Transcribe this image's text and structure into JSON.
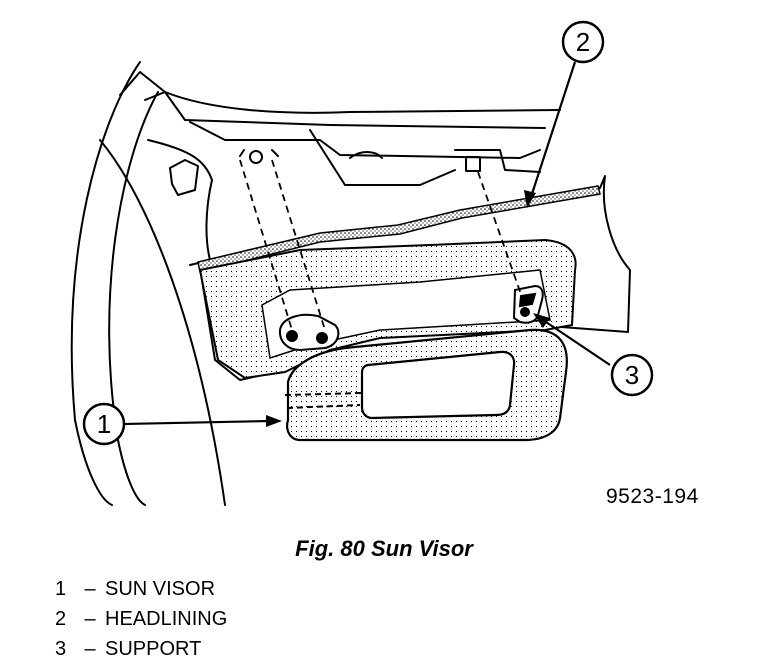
{
  "figure_id": "9523-194",
  "caption": "Fig. 80 Sun Visor",
  "callouts": [
    {
      "number": "1",
      "label": "SUN VISOR"
    },
    {
      "number": "2",
      "label": "HEADLINING"
    },
    {
      "number": "3",
      "label": "SUPPORT"
    }
  ],
  "legend_separator": "–"
}
